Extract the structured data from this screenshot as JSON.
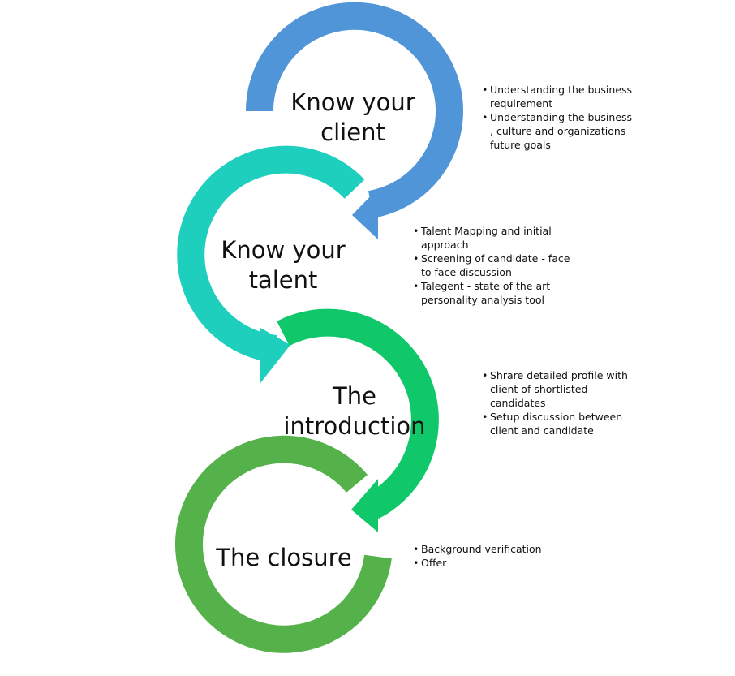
{
  "steps": [
    {
      "id": "know-your-client",
      "title_lines": [
        "Know your",
        "client"
      ],
      "color": "#4F95D8",
      "bullets": [
        "Understanding the business requirement",
        "Understanding the business , culture and organizations future goals"
      ]
    },
    {
      "id": "know-your-talent",
      "title_lines": [
        "Know your",
        "talent"
      ],
      "color": "#1ECFBE",
      "bullets": [
        "Talent Mapping and initial approach",
        "Screening of candidate - face to face discussion",
        "Talegent - state of the art personality analysis tool"
      ]
    },
    {
      "id": "the-introduction",
      "title_lines": [
        "The",
        "introduction"
      ],
      "color": "#10C86A",
      "bullets": [
        "Shrare detailed profile with client of shortlisted candidates",
        "Setup discussion between client and candidate"
      ]
    },
    {
      "id": "the-closure",
      "title_lines": [
        "The closure"
      ],
      "color": "#55B24A",
      "bullets": [
        "Background verification",
        "Offer"
      ]
    }
  ]
}
